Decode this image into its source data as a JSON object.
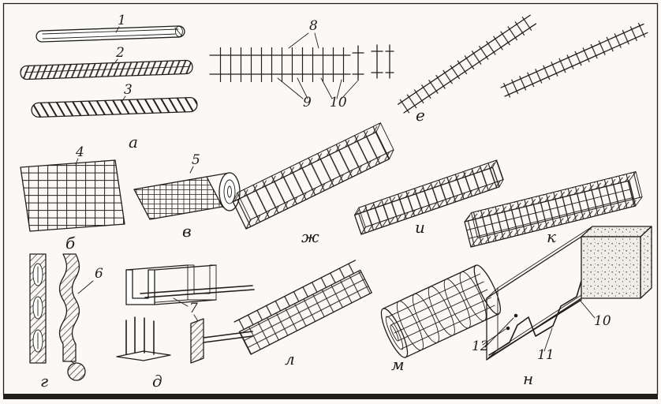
{
  "colors": {
    "ink": "#211e1a",
    "paper": "#faf9f6"
  },
  "labels": {
    "items": {
      "i1": "1",
      "i2": "2",
      "i3": "3",
      "i4": "4",
      "i5": "5",
      "i6": "6",
      "i7": "7",
      "i8": "8",
      "i9": "9",
      "i10": "10",
      "i10b": "10",
      "i11": "11",
      "i12": "12"
    },
    "groups": {
      "a": "а",
      "b": "б",
      "v": "в",
      "g": "г",
      "d": "д",
      "e": "е",
      "zh": "ж",
      "i": "и",
      "k": "к",
      "l": "л",
      "m": "м",
      "n": "н"
    }
  }
}
